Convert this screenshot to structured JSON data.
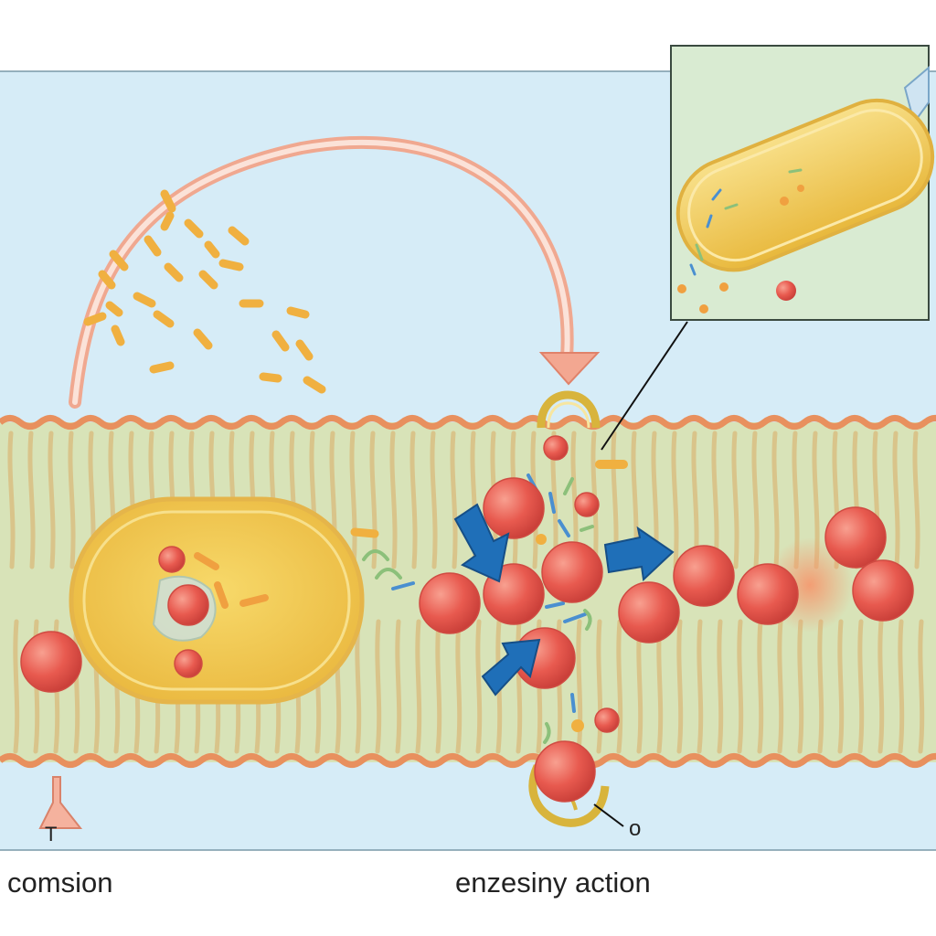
{
  "labels": {
    "left": "comsion",
    "right": "enzesiny action",
    "callout": "o",
    "marker": "T"
  },
  "colors": {
    "background_fluid": "#d6ecf7",
    "membrane_fill": "#d8e3b8",
    "membrane_edge": "#e8905e",
    "lipid_tail": "#d9c48a",
    "vesicle_fill": "#f2c94c",
    "vesicle_edge": "#e5b54a",
    "particle": "#e85a4f",
    "fragment": "#f0b040",
    "arrow_transport": "#1f6fb8",
    "arrow_curve": "#f0a890",
    "inset_background": "#d9ebd2"
  },
  "icons": {
    "arrows": "arrow-icon",
    "vesicle": "vesicle-icon",
    "particle": "particle-icon",
    "tube": "test-tube-icon"
  }
}
